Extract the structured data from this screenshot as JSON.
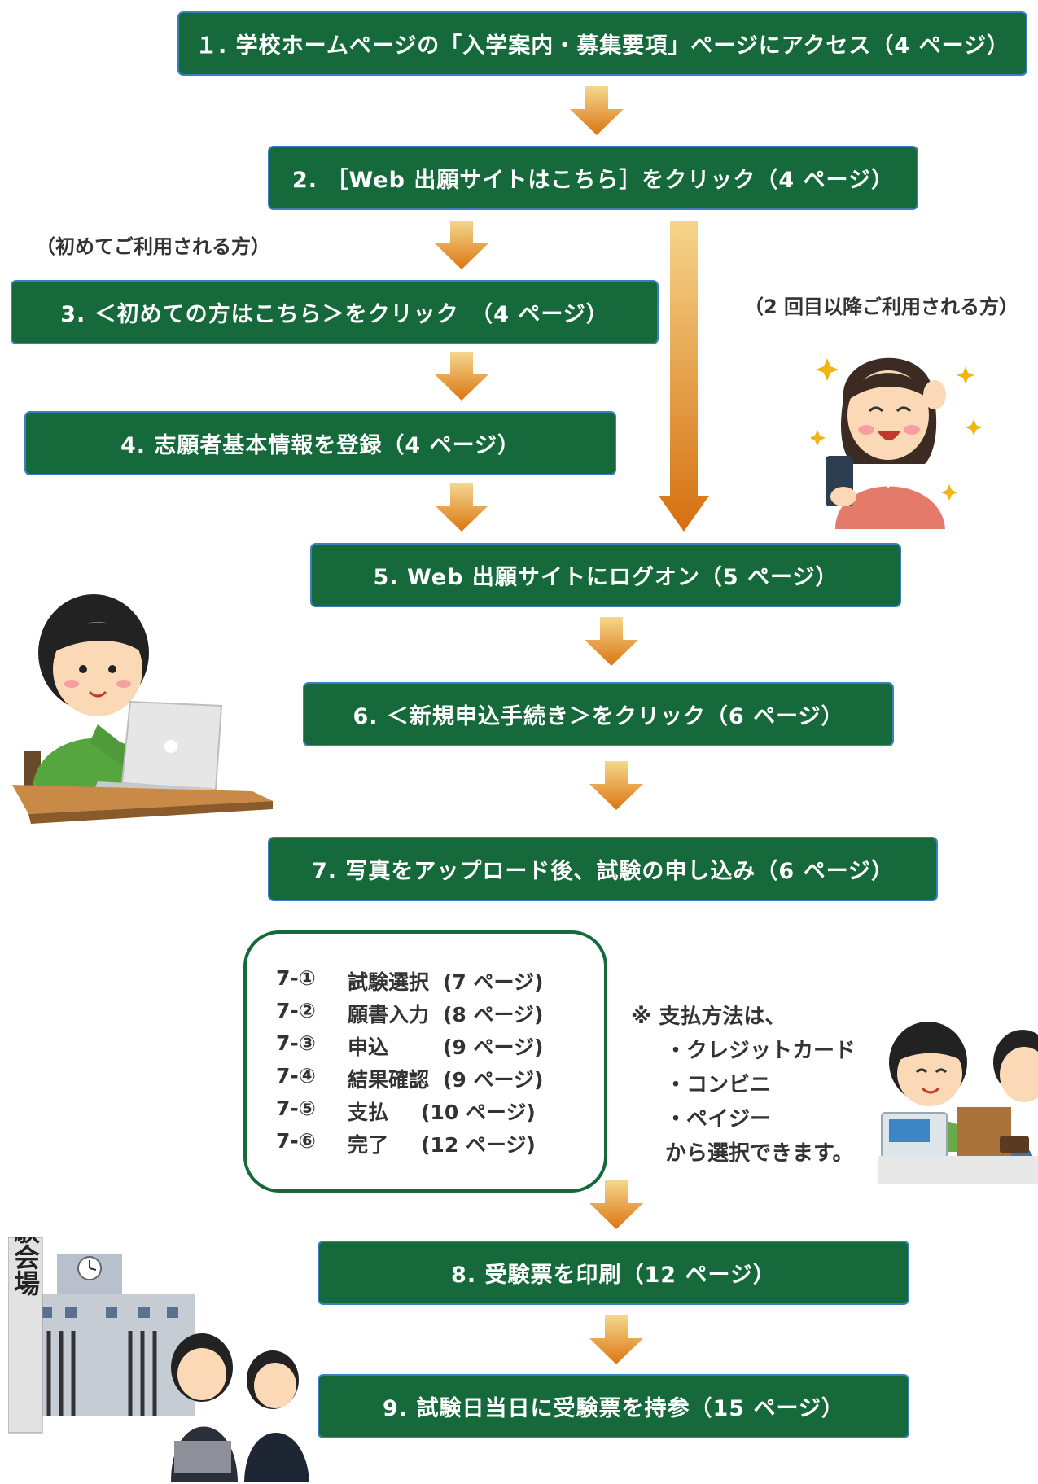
{
  "steps": {
    "s1": "１. 学校ホームページの「入学案内・募集要項」ページにアクセス（4 ページ）",
    "s2": "2. ［Web 出願サイトはこちら］をクリック（4 ページ）",
    "s3": "3. ＜初めての方はこちら＞をクリック　（4 ページ）",
    "s4": "4. 志願者基本情報を登録（4 ページ）",
    "s5": "5. Web 出願サイトにログオン（5 ページ）",
    "s6": "6. ＜新規申込手続き＞をクリック（6 ページ）",
    "s7": "7. 写真をアップロード後、試験の申し込み（6 ページ）",
    "s8": "8. 受験票を印刷（12 ページ）",
    "s9": "9. 試験日当日に受験票を持参（15 ページ）"
  },
  "notes": {
    "first_time": "（初めてご利用される方）",
    "returning": "（2 回目以降ご利用される方）"
  },
  "substeps": [
    {
      "num": "7-①",
      "label": "試験選択",
      "page": "(7 ページ)"
    },
    {
      "num": "7-②",
      "label": "願書入力",
      "page": "(8 ページ)"
    },
    {
      "num": "7-③",
      "label": "申込",
      "page": "(9 ページ)"
    },
    {
      "num": "7-④",
      "label": "結果確認",
      "page": "(9 ページ)"
    },
    {
      "num": "7-⑤",
      "label": "支払",
      "page": "(10 ページ)"
    },
    {
      "num": "7-⑥",
      "label": "完了",
      "page": "(12 ページ)"
    }
  ],
  "payment": {
    "heading": "※ 支払方法は、",
    "methods": [
      "・クレジットカード",
      "・コンビニ",
      "・ペイジー"
    ],
    "footer": "から選択できます。"
  },
  "illustrations": {
    "venue_sign": "試験会場"
  },
  "colors": {
    "step_fill": "#15693a",
    "step_border": "#3a7fbf",
    "arrow_top": "#f3d58a",
    "arrow_bottom": "#dd7a12"
  }
}
